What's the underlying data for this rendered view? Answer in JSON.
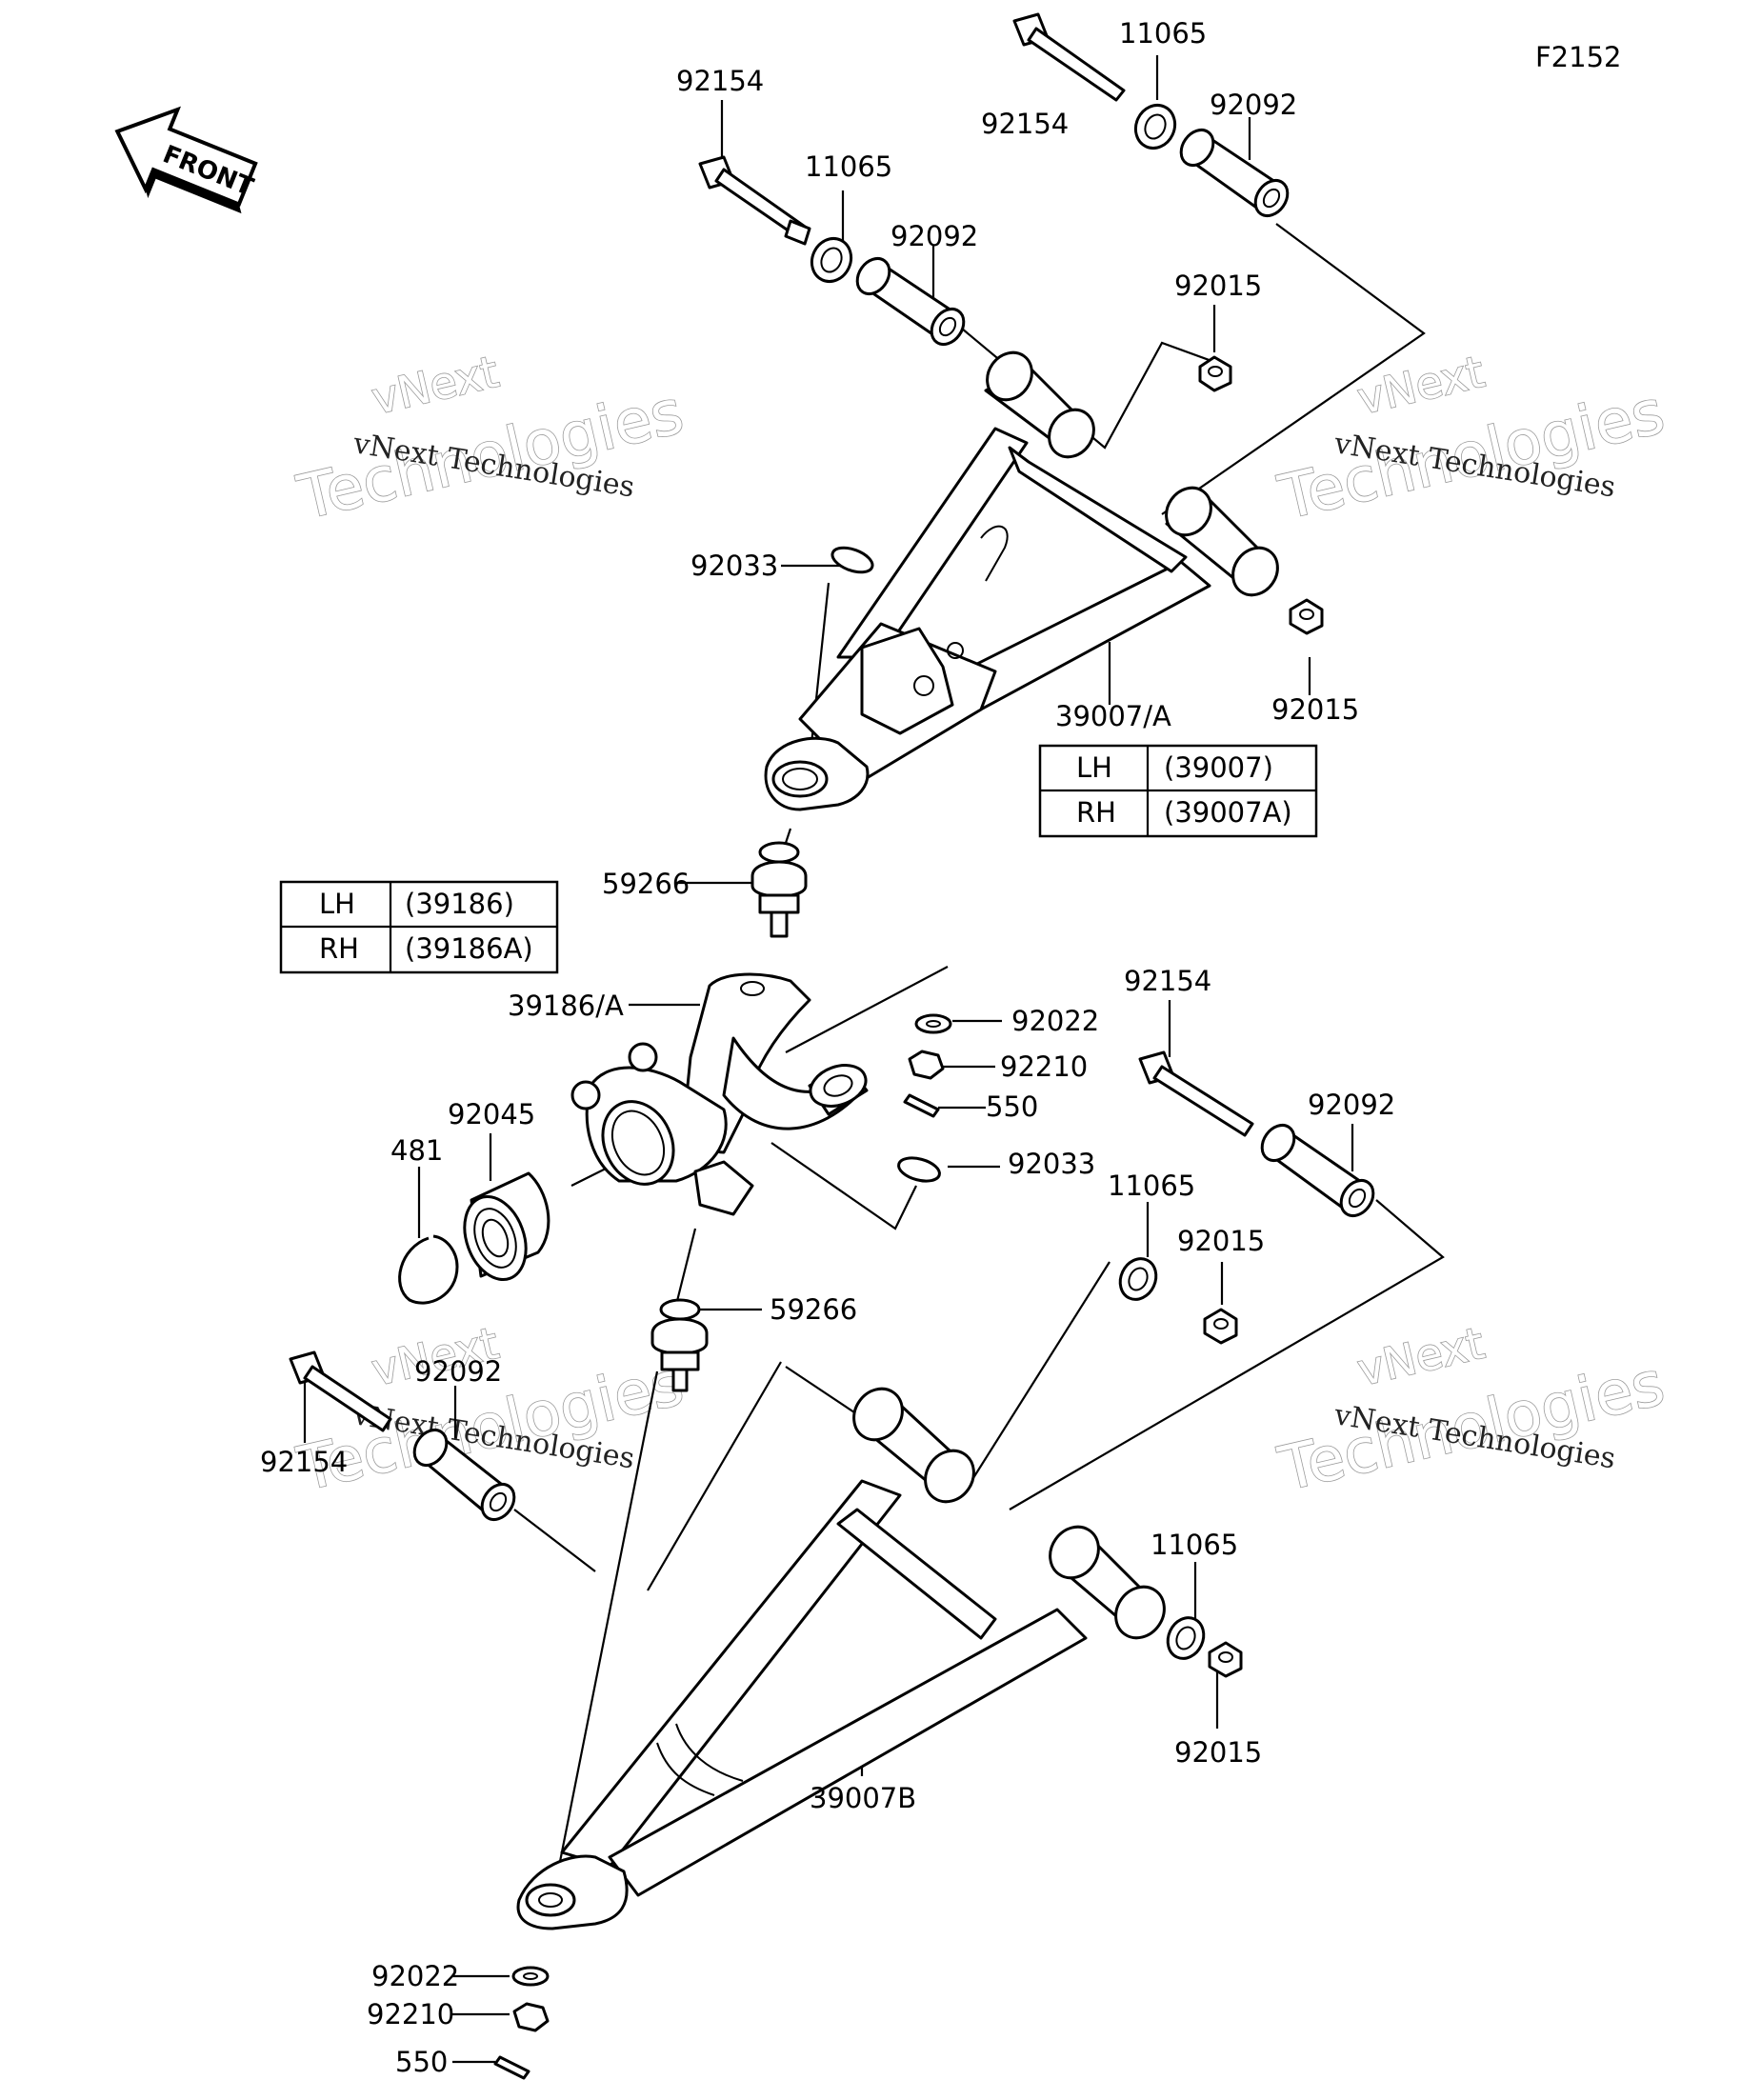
{
  "figure_code": "F2152",
  "front_arrow": {
    "text": "FRONT",
    "icon": "front-direction-arrow-icon"
  },
  "watermark": {
    "line1": "vNext",
    "line2": "Technologies",
    "small": "vNext Technologies"
  },
  "upper_arm_table": {
    "rows": [
      {
        "side": "LH",
        "part": "(39007)"
      },
      {
        "side": "RH",
        "part": "(39007A)"
      }
    ]
  },
  "knuckle_table": {
    "rows": [
      {
        "side": "LH",
        "part": "(39186)"
      },
      {
        "side": "RH",
        "part": "(39186A)"
      }
    ]
  },
  "callouts": {
    "bolt_tl": "92154",
    "washer_tl": "11065",
    "bush_tl": "92092",
    "bolt_tr": "92154",
    "washer_tr": "11065",
    "bush_tr": "92092",
    "nut_upper_mid": "92015",
    "circlip_upper": "92033",
    "upper_arm": "39007/A",
    "nut_upper_right": "92015",
    "balljoint_upper": "59266",
    "knuckle": "39186/A",
    "washer_mid": "92022",
    "nut_castle_mid": "92210",
    "pin_mid": "550",
    "circlip_mid": "92033",
    "bearing": "92045",
    "snap_ring": "481",
    "bolt_lower_right": "92154",
    "bush_lower_right": "92092",
    "washer_lower_a": "11065",
    "nut_lower_a": "92015",
    "balljoint_lower": "59266",
    "bush_lower_left": "92092",
    "bolt_lower_left": "92154",
    "washer_lower_b": "11065",
    "nut_lower_b": "92015",
    "lower_arm": "39007B",
    "washer_bottom": "92022",
    "nut_castle_bottom": "92210",
    "pin_bottom": "550"
  }
}
